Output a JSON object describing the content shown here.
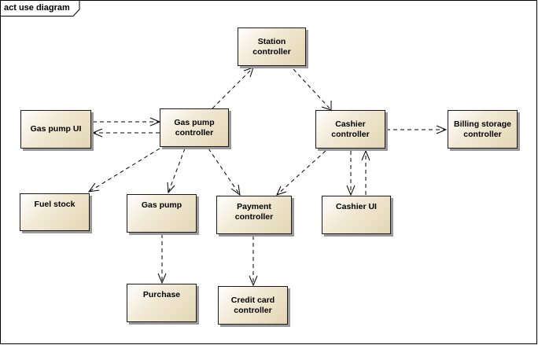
{
  "frame": {
    "title": "act use diagram"
  },
  "nodes": {
    "station_controller": "Station controller",
    "gas_pump_ui": "Gas pump UI",
    "gas_pump_controller": "Gas pump\ncontroller",
    "cashier_controller": "Cashier controller",
    "billing_storage_controller": "Billing storage\ncontroller",
    "fuel_stock": "Fuel stock",
    "gas_pump": "Gas pump",
    "payment_controller": "Payment controller",
    "cashier_ui": "Cashier UI",
    "purchase": "Purchase",
    "credit_card_controller": "Credit card\ncontroller"
  },
  "edges": [
    {
      "from": "gas_pump_controller",
      "to": "station_controller"
    },
    {
      "from": "station_controller",
      "to": "cashier_controller"
    },
    {
      "from": "gas_pump_ui",
      "to": "gas_pump_controller"
    },
    {
      "from": "gas_pump_controller",
      "to": "gas_pump_ui"
    },
    {
      "from": "cashier_controller",
      "to": "billing_storage_controller"
    },
    {
      "from": "gas_pump_controller",
      "to": "fuel_stock"
    },
    {
      "from": "gas_pump_controller",
      "to": "gas_pump"
    },
    {
      "from": "gas_pump_controller",
      "to": "payment_controller"
    },
    {
      "from": "cashier_controller",
      "to": "payment_controller"
    },
    {
      "from": "cashier_controller",
      "to": "cashier_ui"
    },
    {
      "from": "cashier_ui",
      "to": "cashier_controller"
    },
    {
      "from": "gas_pump",
      "to": "purchase"
    },
    {
      "from": "payment_controller",
      "to": "credit_card_controller"
    }
  ]
}
